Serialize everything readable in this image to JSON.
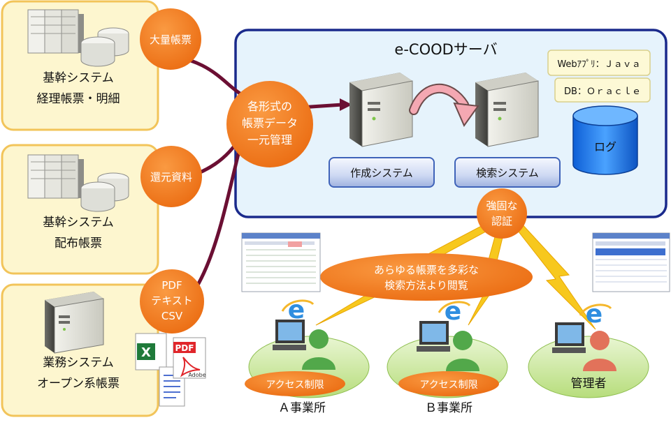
{
  "sources": [
    {
      "line1": "基幹システム",
      "line2": "経理帳票・明細"
    },
    {
      "line1": "基幹システム",
      "line2": "配布帳票"
    },
    {
      "line1": "業務システム",
      "line2": "オープン系帳票"
    }
  ],
  "bubbles": {
    "source1": "大量帳票",
    "source2": "還元資料",
    "source3": [
      "PDF",
      "テキスト",
      "CSV"
    ],
    "central": [
      "各形式の",
      "帳票データ",
      "一元管理"
    ],
    "auth": [
      "強固な",
      "認証"
    ],
    "browse": [
      "あらゆる帳票を多彩な",
      "検索方法より閲覧"
    ]
  },
  "server": {
    "title": "e-COODサーバ",
    "webapp": "Webｱﾌﾟﾘ：Ｊａｖａ",
    "db": "DB：Ｏｒａｃｌｅ",
    "create_system": "作成システム",
    "search_system": "検索システム",
    "log": "ログ"
  },
  "file_icons": {
    "pdf": "PDF",
    "adobe": "Adobe"
  },
  "clients": [
    {
      "badge": "アクセス制限",
      "label": "Ａ事業所"
    },
    {
      "badge": "アクセス制限",
      "label": "Ｂ事業所"
    },
    {
      "label": "管理者"
    }
  ],
  "colors": {
    "source_fill": "#fdf6cf",
    "source_border": "#f2c45a",
    "bubble": "#f47b1e",
    "server_fill": "#e6f3fc",
    "server_border": "#1a2a8c",
    "connector": "#6b0f33",
    "button": "#3f63b9",
    "green_ellipse": "#c3e48c",
    "bolt": "#f7c81e",
    "user_green": "#52a84a",
    "user_red": "#e2725a"
  }
}
